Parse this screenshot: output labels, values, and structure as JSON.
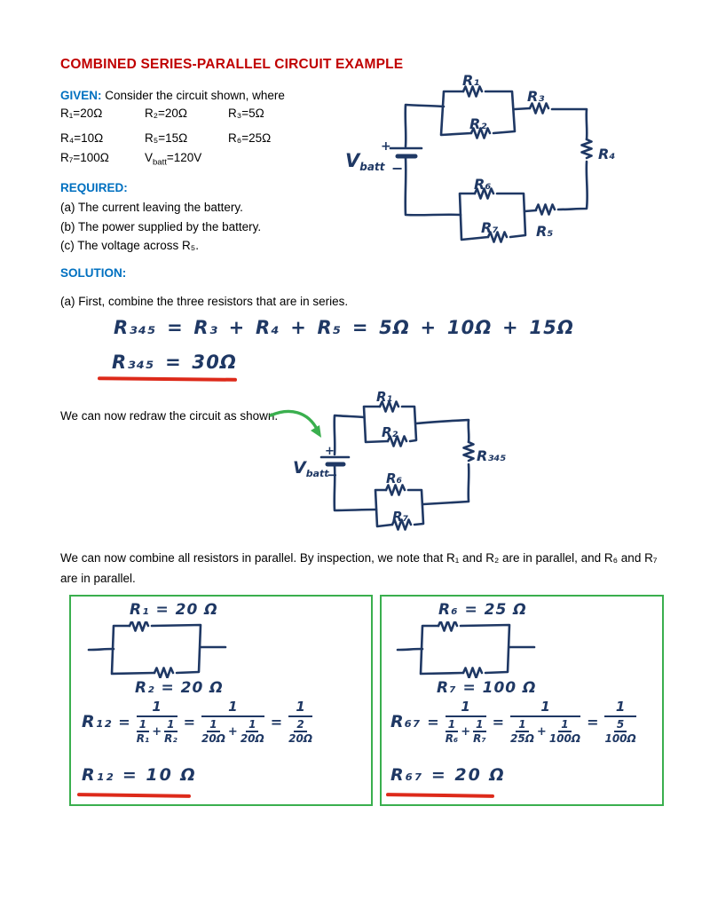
{
  "colors": {
    "title_red": "#C00000",
    "section_blue": "#0070C0",
    "ink_navy": "#1F3864",
    "box_green": "#3AAF4E",
    "underline_red": "#DD2A1A"
  },
  "title": "COMBINED SERIES-PARALLEL CIRCUIT EXAMPLE",
  "given": {
    "label": "GIVEN:",
    "intro": " Consider the circuit shown, where",
    "r1": "R₁=20Ω",
    "r2": "R₂=20Ω",
    "r3": "R₃=5Ω",
    "r4": "R₄=10Ω",
    "r5": "R₅=15Ω",
    "r6": "R₆=25Ω",
    "r7": "R₇=100Ω",
    "vbatt_sym": "V",
    "vbatt_sub": "batt",
    "vbatt_val": "=120V"
  },
  "required": {
    "label": "REQUIRED:",
    "item_a": "(a) The current leaving the battery.",
    "item_b": "(b) The power supplied by the battery.",
    "item_c": "(c) The voltage across R₅."
  },
  "solution": {
    "label": "SOLUTION:",
    "step_a": "(a) First, combine the three resistors that are in series.",
    "eq_line1": "R₃₄₅ = R₃ + R₄ + R₅ = 5Ω + 10Ω + 15Ω",
    "eq_line2": "R₃₄₅ =   30Ω",
    "redraw_text": "We can now redraw the circuit as shown.",
    "combine_text": "We can now combine all resistors in parallel. By inspection, we note that R₁ and R₂ are in parallel, and R₆ and R₇ are in parallel."
  },
  "circuit1": {
    "r1": "R₁",
    "r2": "R₂",
    "r3": "R₃",
    "r4": "R₄",
    "r5": "R₅",
    "r6": "R₆",
    "r7": "R₇",
    "vbatt_sym": "V",
    "vbatt_sub": "batt",
    "plus": "+",
    "minus": "−"
  },
  "circuit2": {
    "r1": "R₁",
    "r2": "R₂",
    "r345": "R₃₄₅",
    "r6": "R₆",
    "r7": "R₇",
    "vbatt_sym": "V",
    "vbatt_sub": "batt",
    "plus": "+",
    "minus": "−"
  },
  "box12": {
    "label_top": "R₁ = 20 Ω",
    "label_bottom": "R₂ = 20 Ω",
    "lhs": "R₁₂",
    "eq1": "=",
    "f1_num": "1",
    "f1_d1n": "1",
    "f1_d1d": "R₁",
    "f1_plus": "+",
    "f1_d2n": "1",
    "f1_d2d": "R₂",
    "eq2": "=",
    "f2_num": "1",
    "f2_d1n": "1",
    "f2_d1d": "20Ω",
    "f2_plus": "+",
    "f2_d2n": "1",
    "f2_d2d": "20Ω",
    "eq3": "=",
    "f3_num": "1",
    "f3_dn": "2",
    "f3_dd": "20Ω",
    "result": "R₁₂ = 10 Ω"
  },
  "box67": {
    "label_top": "R₆ = 25 Ω",
    "label_bottom": "R₇ = 100 Ω",
    "lhs": "R₆₇",
    "eq1": "=",
    "f1_num": "1",
    "f1_d1n": "1",
    "f1_d1d": "R₆",
    "f1_plus": "+",
    "f1_d2n": "1",
    "f1_d2d": "R₇",
    "eq2": "=",
    "f2_num": "1",
    "f2_d1n": "1",
    "f2_d1d": "25Ω",
    "f2_plus": "+",
    "f2_d2n": "1",
    "f2_d2d": "100Ω",
    "eq3": "=",
    "f3_num": "1",
    "f3_dn": "5",
    "f3_dd": "100Ω",
    "result": "R₆₇ = 20 Ω"
  }
}
